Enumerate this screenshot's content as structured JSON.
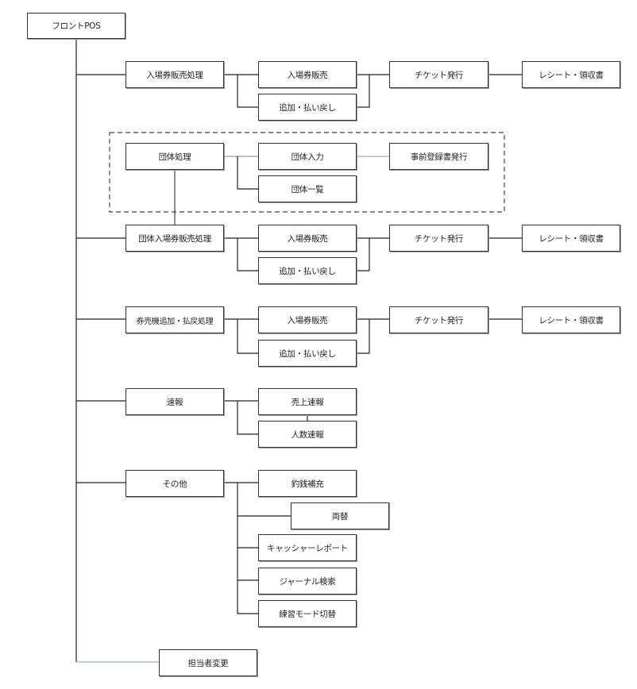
{
  "diagram": {
    "root": "フロントPOS",
    "ticket_sales": {
      "label": "入場券販売処理",
      "sale": "入場券販売",
      "refund": "追加・払い戻し",
      "ticket": "チケット発行",
      "receipt": "レシート・領収書"
    },
    "group": {
      "label": "団体処理",
      "input": "団体入力",
      "prereg": "事前登録書発行",
      "list": "団体一覧"
    },
    "group_sales": {
      "label": "団体入場券販売処理",
      "sale": "入場券販売",
      "refund": "追加・払い戻し",
      "ticket": "チケット発行",
      "receipt": "レシート・領収書"
    },
    "machine": {
      "label": "券売機追加・払戻処理",
      "sale": "入場券販売",
      "refund": "追加・払い戻し",
      "ticket": "チケット発行",
      "receipt": "レシート・領収書"
    },
    "report": {
      "label": "速報",
      "sales": "売上速報",
      "people": "人数速報"
    },
    "other": {
      "label": "その他",
      "change_fund": "釣銭補充",
      "exchange": "両替",
      "cashier_report": "キャッシャーレポート",
      "journal": "ジャーナル検索",
      "training": "練習モード切替"
    },
    "staff_change": "担当者変更"
  }
}
